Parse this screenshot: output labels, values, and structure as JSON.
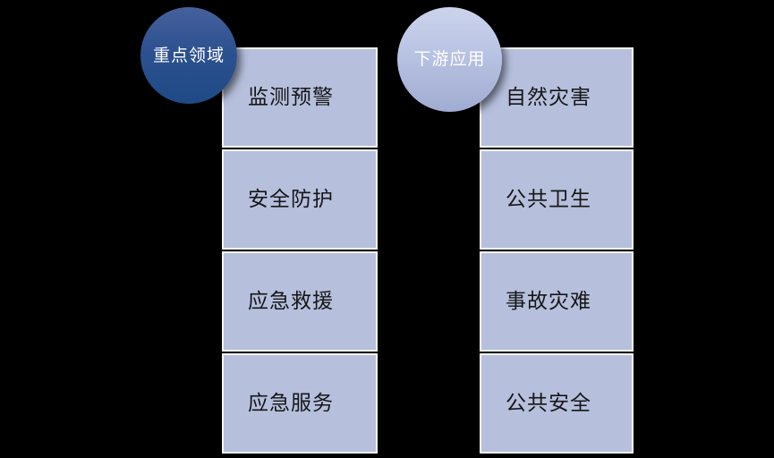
{
  "diagram": {
    "badges": [
      {
        "id": "key-areas",
        "label": "重点领域"
      },
      {
        "id": "downstream-applications",
        "label": "下游应用"
      }
    ],
    "columns": [
      {
        "badge": "重点领域",
        "items": [
          "监测预警",
          "安全防护",
          "应急救援",
          "应急服务"
        ]
      },
      {
        "badge": "下游应用",
        "items": [
          "自然灾害",
          "公共卫生",
          "事故灾难",
          "公共安全"
        ]
      }
    ],
    "colors": {
      "background": "#000000",
      "box_fill": "#B6C0DD",
      "box_border": "#F5F5F5",
      "box_text": "#161616",
      "badge_key_areas_top": "#46619C",
      "badge_key_areas_bottom": "#1E4A85",
      "badge_downstream_top": "#CCD4EC",
      "badge_downstream_bottom": "#A0ACD2",
      "badge_text": "#FFFFFF"
    }
  }
}
